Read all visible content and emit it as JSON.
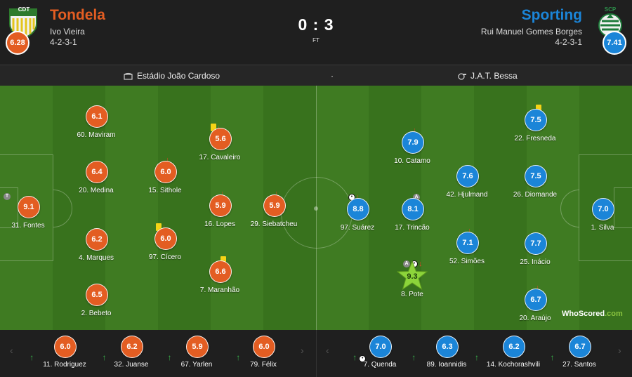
{
  "home": {
    "name": "Tondela",
    "name_color": "#e35d22",
    "coach": "Ivo Vieira",
    "formation": "4-2-3-1",
    "rating": "6.28",
    "crest_text": "CDT",
    "players": [
      {
        "num": "31",
        "name": "Fontes",
        "rating": "9.1",
        "badges": [
          "captain"
        ]
      },
      {
        "num": "60",
        "name": "Maviram",
        "rating": "6.1",
        "badges": []
      },
      {
        "num": "20",
        "name": "Medina",
        "rating": "6.4",
        "badges": []
      },
      {
        "num": "4",
        "name": "Marques",
        "rating": "6.2",
        "badges": []
      },
      {
        "num": "2",
        "name": "Bebeto",
        "rating": "6.5",
        "badges": []
      },
      {
        "num": "15",
        "name": "Sithole",
        "rating": "6.0",
        "badges": [
          "sub-off"
        ]
      },
      {
        "num": "97",
        "name": "Cícero",
        "rating": "6.0",
        "badges": [
          "yellow",
          "sub-off"
        ]
      },
      {
        "num": "17",
        "name": "Cavaleiro",
        "rating": "5.6",
        "badges": [
          "yellow",
          "sub-off"
        ]
      },
      {
        "num": "16",
        "name": "Lopes",
        "rating": "5.9",
        "badges": [
          "sub-off"
        ]
      },
      {
        "num": "7",
        "name": "Maranhão",
        "rating": "6.6",
        "badges": [
          "yellow"
        ]
      },
      {
        "num": "29",
        "name": "Siebatcheu",
        "rating": "5.9",
        "badges": [
          "sub-off"
        ]
      }
    ],
    "subs": [
      {
        "num": "11",
        "name": "Rodriguez",
        "rating": "6.0"
      },
      {
        "num": "32",
        "name": "Juanse",
        "rating": "6.2"
      },
      {
        "num": "67",
        "name": "Yarlen",
        "rating": "5.9"
      },
      {
        "num": "79",
        "name": "Félix",
        "rating": "6.0"
      }
    ]
  },
  "away": {
    "name": "Sporting",
    "name_color": "#1b85d8",
    "coach": "Rui Manuel Gomes Borges",
    "formation": "4-2-3-1",
    "rating": "7.41",
    "crest_text": "SCP",
    "players": [
      {
        "num": "1",
        "name": "Silva",
        "rating": "7.0",
        "badges": []
      },
      {
        "num": "22",
        "name": "Fresneda",
        "rating": "7.5",
        "badges": [
          "yellow"
        ]
      },
      {
        "num": "26",
        "name": "Diomande",
        "rating": "7.5",
        "badges": []
      },
      {
        "num": "25",
        "name": "Inácio",
        "rating": "7.7",
        "badges": []
      },
      {
        "num": "20",
        "name": "Araújo",
        "rating": "6.7",
        "badges": [
          "sub-off"
        ]
      },
      {
        "num": "42",
        "name": "Hjulmand",
        "rating": "7.6",
        "badges": []
      },
      {
        "num": "52",
        "name": "Simões",
        "rating": "7.1",
        "badges": [
          "sub-off"
        ]
      },
      {
        "num": "10",
        "name": "Catamo",
        "rating": "7.9",
        "badges": [
          "sub-off"
        ]
      },
      {
        "num": "17",
        "name": "Trincão",
        "rating": "8.1",
        "badges": [
          "assist"
        ]
      },
      {
        "num": "8",
        "name": "Pote",
        "rating": "9.3",
        "badges": [
          "assist",
          "goal",
          "sub-off"
        ],
        "motm": true
      },
      {
        "num": "97",
        "name": "Suárez",
        "rating": "8.8",
        "badges": [
          "goal",
          "sub-off"
        ]
      }
    ],
    "subs": [
      {
        "num": "7",
        "name": "Quenda",
        "rating": "7.0",
        "goal": true
      },
      {
        "num": "89",
        "name": "Ioannidis",
        "rating": "6.3"
      },
      {
        "num": "14",
        "name": "Kochorashvili",
        "rating": "6.2"
      },
      {
        "num": "27",
        "name": "Santos",
        "rating": "6.7"
      }
    ]
  },
  "score": "0 : 3",
  "status": "FT",
  "venue": "Estádio João Cardoso",
  "separator": "·",
  "referee": "J.A.T. Bessa",
  "brand": {
    "name": "WhoScored",
    "dot": ".com"
  },
  "colors": {
    "home": "#e35d22",
    "away": "#1b85d8",
    "motm_star": "#8cd43a",
    "yellow": "#f5d316",
    "sub_off": "#e54a25",
    "sub_on": "#38b04a"
  }
}
